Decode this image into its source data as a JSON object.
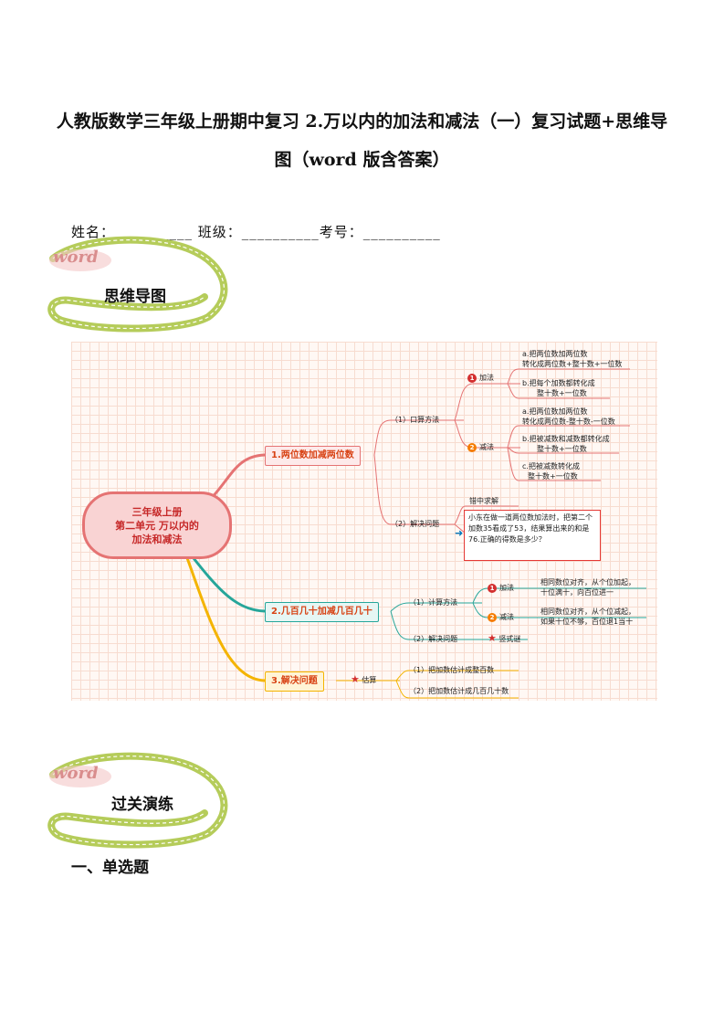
{
  "document": {
    "title_line1": "人教版数学三年级上册期中复习 2.万以内的加法和减法（一）复习试题+思维导",
    "title_line2": "图（word 版含答案）",
    "student_info": "姓名：__________ 班级：__________考号：__________"
  },
  "badges": {
    "word_text": "word",
    "mindmap_label": "思维导图",
    "practice_label": "过关演练"
  },
  "section": {
    "heading": "一、单选题"
  },
  "mindmap": {
    "root": [
      "三年级上册",
      "第二单元 万以内的",
      "加法和减法"
    ],
    "branch1": {
      "label": "1.两位数加减两位数",
      "oral": "（1）口算方法",
      "add_num": "1",
      "add_label": "加法",
      "add_a1": "a.把两位数加两位数",
      "add_a2": "转化成两位数+整十数+一位数",
      "add_b1": "b.把每个加数都转化成",
      "add_b2": "整十数+一位数",
      "sub_num": "2",
      "sub_label": "减法",
      "sub_a1": "a.把两位数加两位数",
      "sub_a2": "转化成两位数-整十数-一位数",
      "sub_b1": "b.把被减数和减数都转化成",
      "sub_b2": "整十数+一位数",
      "sub_c1": "c.把被减数转化成",
      "sub_c2": "整十数+一位数",
      "solve": "（2）解决问题",
      "wrong": "错中求解",
      "question": "小东在做一道两位数加法时，把第二个加数35看成了53，结果算出来的和是76.正确的得数是多少？"
    },
    "branch2": {
      "label": "2.几百几十加减几百几十",
      "calc": "（1）计算方法",
      "add_num": "1",
      "add_label": "加法",
      "add_text1": "相同数位对齐，从个位加起，",
      "add_text2": "十位满十，向百位进一",
      "sub_num": "2",
      "sub_label": "减法",
      "sub_text1": "相同数位对齐，从个位减起，",
      "sub_text2": "如果十位不够，百位退1当十",
      "solve": "（2）解决问题",
      "vertical": "竖式谜"
    },
    "branch3": {
      "label": "3.解决问题",
      "estimate": "估算",
      "est1": "（1）把加数估计成整百数",
      "est2": "（2）把加数估计成几百几十数"
    }
  },
  "colors": {
    "branch1": "#e57373",
    "branch2": "#26a69a",
    "branch3": "#f4b400",
    "root_fill": "#f9d3d3",
    "badge_green": "#b5cc5a"
  }
}
